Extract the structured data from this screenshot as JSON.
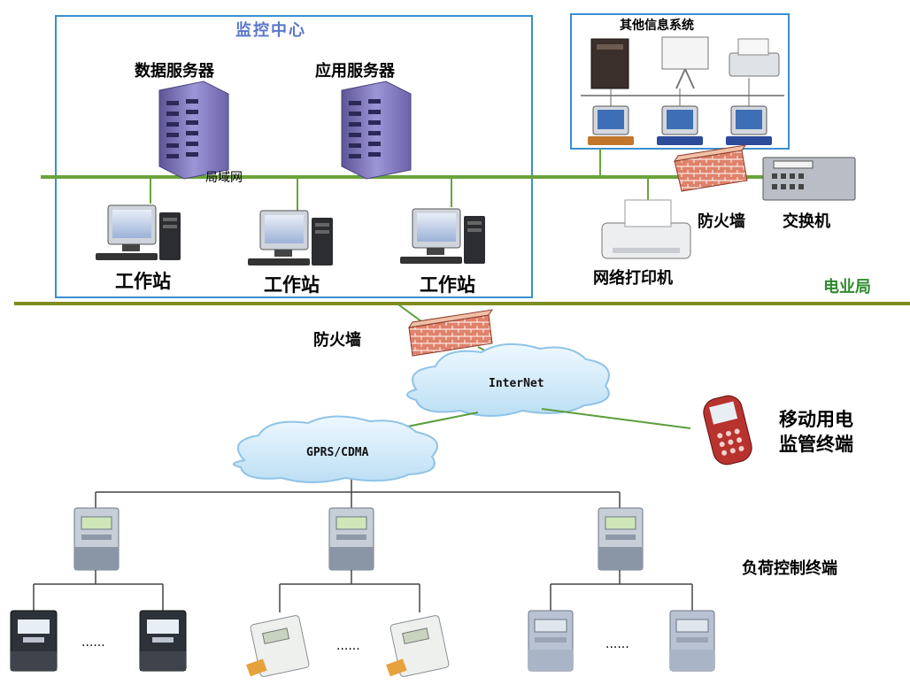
{
  "labels": {
    "monitor_center": "监控中心",
    "data_server": "数据服务器",
    "app_server": "应用服务器",
    "lan": "局域网",
    "workstation_1": "工作站",
    "workstation_2": "工作站",
    "workstation_3": "工作站",
    "other_systems": "其他信息系统",
    "firewall_top": "防火墙",
    "switch": "交换机",
    "network_printer": "网络打印机",
    "power_bureau": "电业局",
    "firewall_mid": "防火墙",
    "internet": "InterNet",
    "mobile_terminal_line1": "移动用电",
    "mobile_terminal_line2": "监管终端",
    "gprs_cdma": "GPRS/CDMA",
    "load_control_terminal": "负荷控制终端",
    "ellipsis_1": "......",
    "ellipsis_2": "......",
    "ellipsis_3": "......"
  },
  "colors": {
    "box_border": "#3b8fd0",
    "lan_line": "#6aa33a",
    "bureau_line": "#7f8c1f",
    "title_blue": "#5a76c8",
    "bureau_label": "#2f8a2f",
    "cloud_fill": "#d9eefa",
    "server_purple": "#8a82c8",
    "firewall_red": "#d9694a",
    "meter_gray": "#9aa6b5"
  }
}
